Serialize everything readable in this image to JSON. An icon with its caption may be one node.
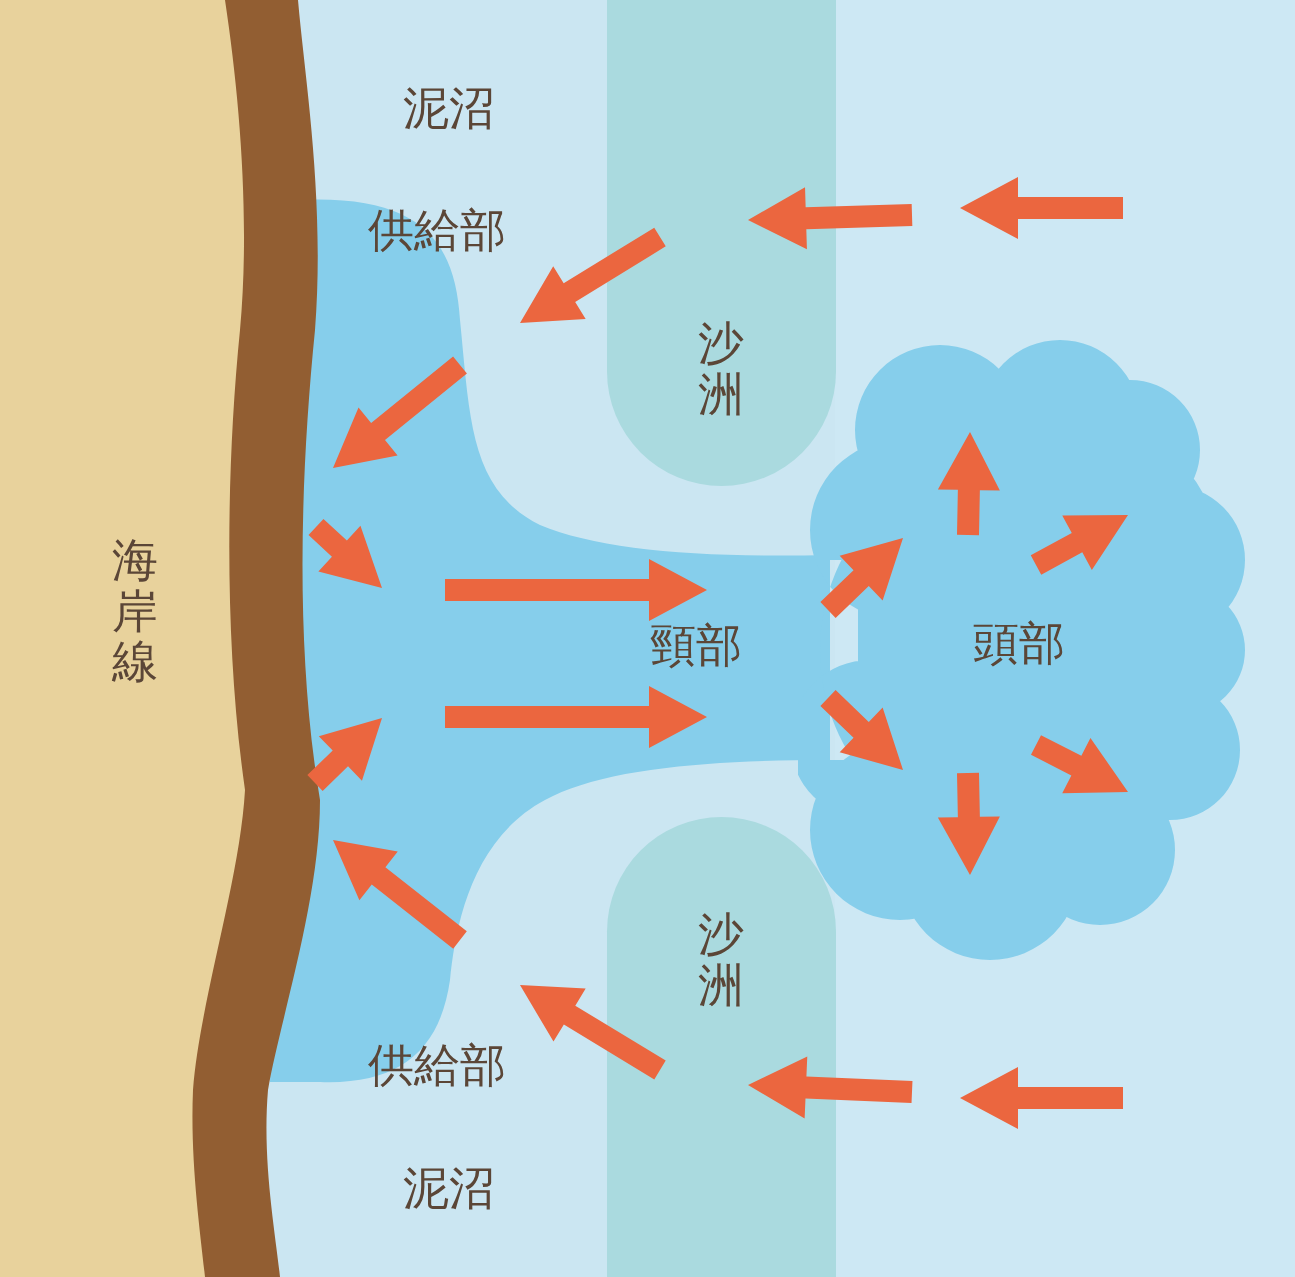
{
  "diagram": {
    "nodes": [
      {
        "text": [
          "海岸線"
        ]
      },
      {
        "text": [
          "沙洲"
        ]
      },
      {
        "text": [
          "沙洲"
        ]
      },
      {
        "text": [
          "頭部"
        ]
      }
    ],
    "labels": [
      "泥沼",
      "供給部",
      "頸部",
      "供給部",
      "泥沼"
    ]
  }
}
